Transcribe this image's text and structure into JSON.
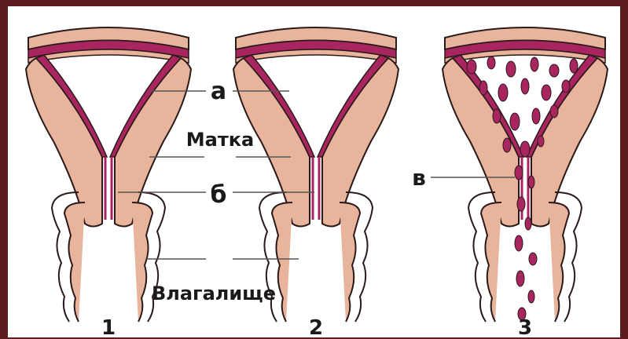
{
  "labels": {
    "a": "а",
    "b": "б",
    "v": "в",
    "uterus": "Матка",
    "vagina": "Влагалище"
  },
  "figure_numbers": [
    "1",
    "2",
    "3"
  ],
  "colors": {
    "tissue": "#e8b49c",
    "endometrium": "#a8255f",
    "outline": "#2a1a1a",
    "frame": "#5a1c1c",
    "background": "#ffffff"
  }
}
